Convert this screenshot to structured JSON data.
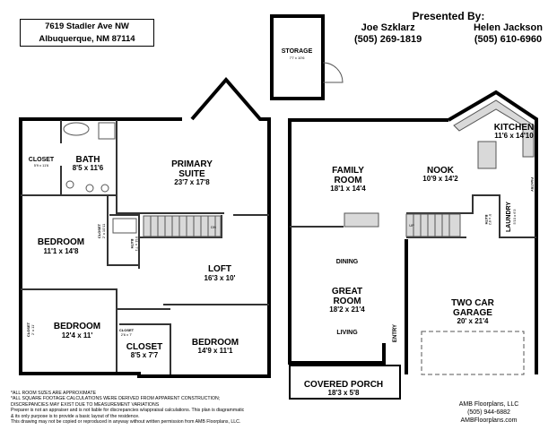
{
  "address": {
    "line1": "7619 Stadler Ave NW",
    "line2": "Albuquerque, NM 87114"
  },
  "presented": {
    "title": "Presented By:",
    "agents": [
      {
        "name": "Joe Szklarz",
        "phone": "(505) 269-1819"
      },
      {
        "name": "Helen Jackson",
        "phone": "(505) 610-6960"
      }
    ]
  },
  "rooms": {
    "storage": {
      "name": "STORAGE",
      "dim": "7'7 x 10'6"
    },
    "closet_primary": {
      "name": "CLOSET",
      "dim": "5'9 x 11'6"
    },
    "bath_primary": {
      "name": "BATH",
      "dim": "8'5 x 11'6"
    },
    "primary_suite": {
      "name1": "PRIMARY",
      "name2": "SUITE",
      "dim": "23'7 x 17'8"
    },
    "bedroom1": {
      "name": "BEDROOM",
      "dim": "11'1 x 14'8"
    },
    "closet_bed1": {
      "name": "CLOSET",
      "dim": "2' x 10'11"
    },
    "bath2": {
      "name": "BATH",
      "dim": "5'11 x 7'1"
    },
    "loft": {
      "name": "LOFT",
      "dim": "16'3 x 10'"
    },
    "bedroom2": {
      "name": "BEDROOM",
      "dim": "12'4 x 11'"
    },
    "closet_bed2": {
      "name": "CLOSET",
      "dim": "2' x 11'"
    },
    "closet_small": {
      "name": "CLOSET",
      "dim": "2'6 x 7'"
    },
    "closet_hall": {
      "name": "CLOSET",
      "dim": "8'5 x 7'7"
    },
    "bedroom3": {
      "name": "BEDROOM",
      "dim": "14'9 x 11'1"
    },
    "kitchen": {
      "name": "KITCHEN",
      "dim": "11'6 x 14'10"
    },
    "family_room": {
      "name1": "FAMILY",
      "name2": "ROOM",
      "dim": "18'1 x 14'4"
    },
    "nook": {
      "name": "NOOK",
      "dim": "10'9 x 14'2"
    },
    "pantry": {
      "name": "PANTRY"
    },
    "bath_half": {
      "name": "BATH",
      "dim": "5' x 6'2"
    },
    "laundry": {
      "name": "LAUNDRY",
      "dim": "5'10 x 6'3"
    },
    "dining": {
      "name": "DINING"
    },
    "great_room": {
      "name1": "GREAT",
      "name2": "ROOM",
      "dim": "18'2 x 21'4"
    },
    "living": {
      "name": "LIVING"
    },
    "entry": {
      "name": "ENTRY"
    },
    "garage": {
      "name1": "TWO CAR",
      "name2": "GARAGE",
      "dim": "20' x 21'4"
    },
    "porch": {
      "name": "COVERED PORCH",
      "dim": "18'3 x 5'8"
    }
  },
  "stairs": {
    "up": "UP",
    "dn": "DN"
  },
  "notes": [
    "*ALL ROOM SIZES ARE APPROXIMATE",
    "*ALL SQUARE FOOTAGE CALCULATIONS WERE DERIVED FROM APPARENT CONSTRUCTION;",
    "DISCREPANCIES MAY EXIST DUE TO MEASUREMENT VARIATIONS",
    "Preparer is not an appraiser and is not liable for discrepancies w/appraisal calculations.  This plan is diagrammatic",
    "& its only purpose is to provide a basic layout of the residence.",
    "This drawing may not be copied or reproduced in anyway without written permission from AMB Floorplans, LLC."
  ],
  "company": {
    "name": "AMB Floorplans, LLC",
    "phone": "(505) 944-6882",
    "web": "AMBFloorplans.com"
  }
}
